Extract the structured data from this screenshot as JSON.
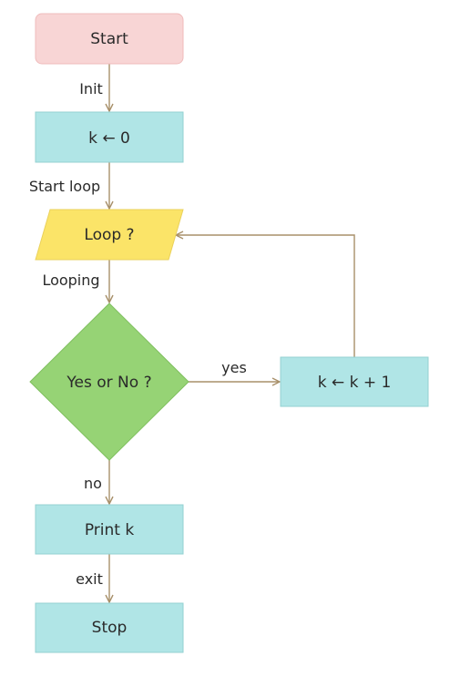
{
  "nodes": {
    "start": {
      "label": "Start"
    },
    "init": {
      "label": "k ← 0"
    },
    "loop": {
      "label": "Loop ?"
    },
    "decision": {
      "label": "Yes or No ?"
    },
    "increment": {
      "label": "k ← k + 1"
    },
    "print": {
      "label": "Print k"
    },
    "stop": {
      "label": "Stop"
    }
  },
  "edges": {
    "start_to_init": {
      "label": "Init"
    },
    "init_to_loop": {
      "label": "Start loop"
    },
    "loop_to_decision": {
      "label": "Looping"
    },
    "decision_to_increment": {
      "label": "yes"
    },
    "decision_to_print": {
      "label": "no"
    },
    "print_to_stop": {
      "label": "exit"
    }
  },
  "colors": {
    "terminal_start": "#f8d5d5",
    "process": "#b0e5e6",
    "io": "#fbe468",
    "decision": "#96d375",
    "edge": "#a8906a"
  }
}
